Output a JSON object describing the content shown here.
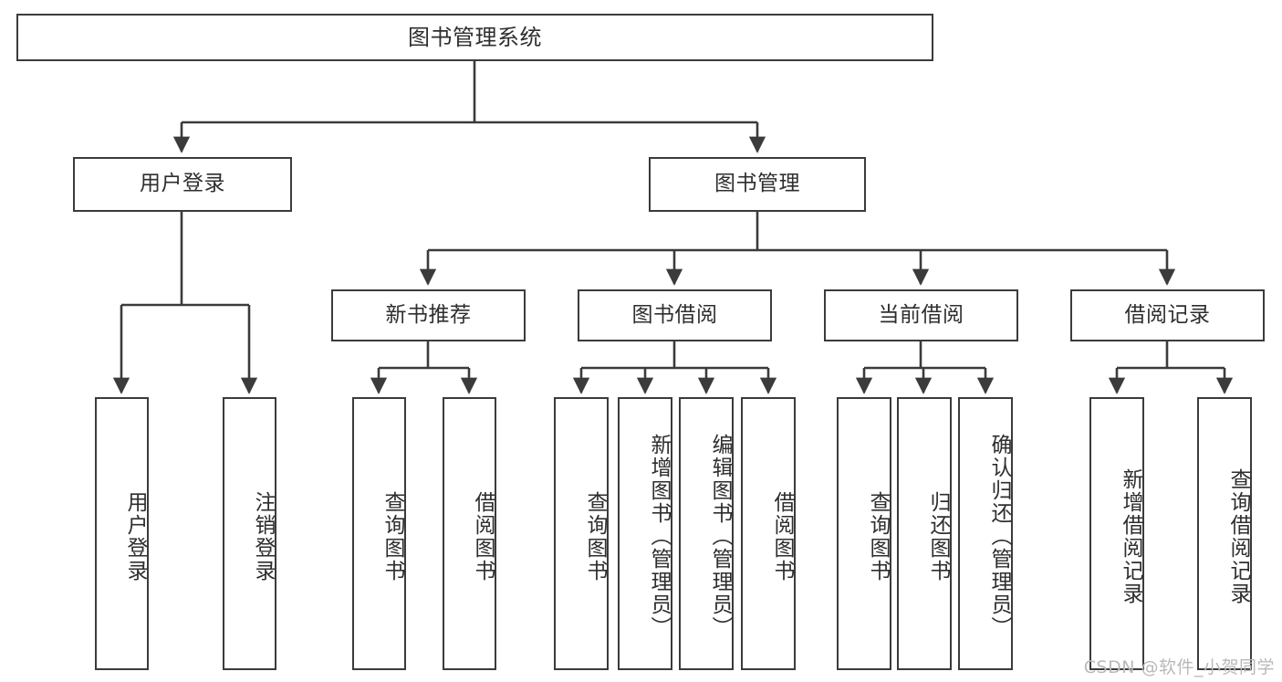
{
  "diagram": {
    "title": "图书管理系统",
    "type": "tree-hierarchy",
    "watermark": "CSDN @软件_小贺同学",
    "colors": {
      "stroke": "#3b3b3b",
      "fill": "#ffffff",
      "text": "#2e2e2e",
      "watermark": "#b9b9b9"
    },
    "nodes": {
      "root": "图书管理系统",
      "level2": {
        "user_login": "用户登录",
        "book_manage": "图书管理"
      },
      "level3": {
        "new_book_recommend": "新书推荐",
        "book_borrow": "图书借阅",
        "current_borrow": "当前借阅",
        "borrow_record": "借阅记录"
      },
      "leaves": {
        "user_login_1": "用户登录",
        "user_login_2": "注销登录",
        "recommend_1": "查询图书",
        "recommend_2": "借阅图书",
        "borrow_1": "查询图书",
        "borrow_2": "新增图书（管理员）",
        "borrow_3": "编辑图书（管理员）",
        "borrow_4": "借阅图书",
        "current_1": "查询图书",
        "current_2": "归还图书",
        "current_3": "确认归还（管理员）",
        "record_1": "新增借阅记录",
        "record_2": "查询借阅记录"
      }
    }
  }
}
